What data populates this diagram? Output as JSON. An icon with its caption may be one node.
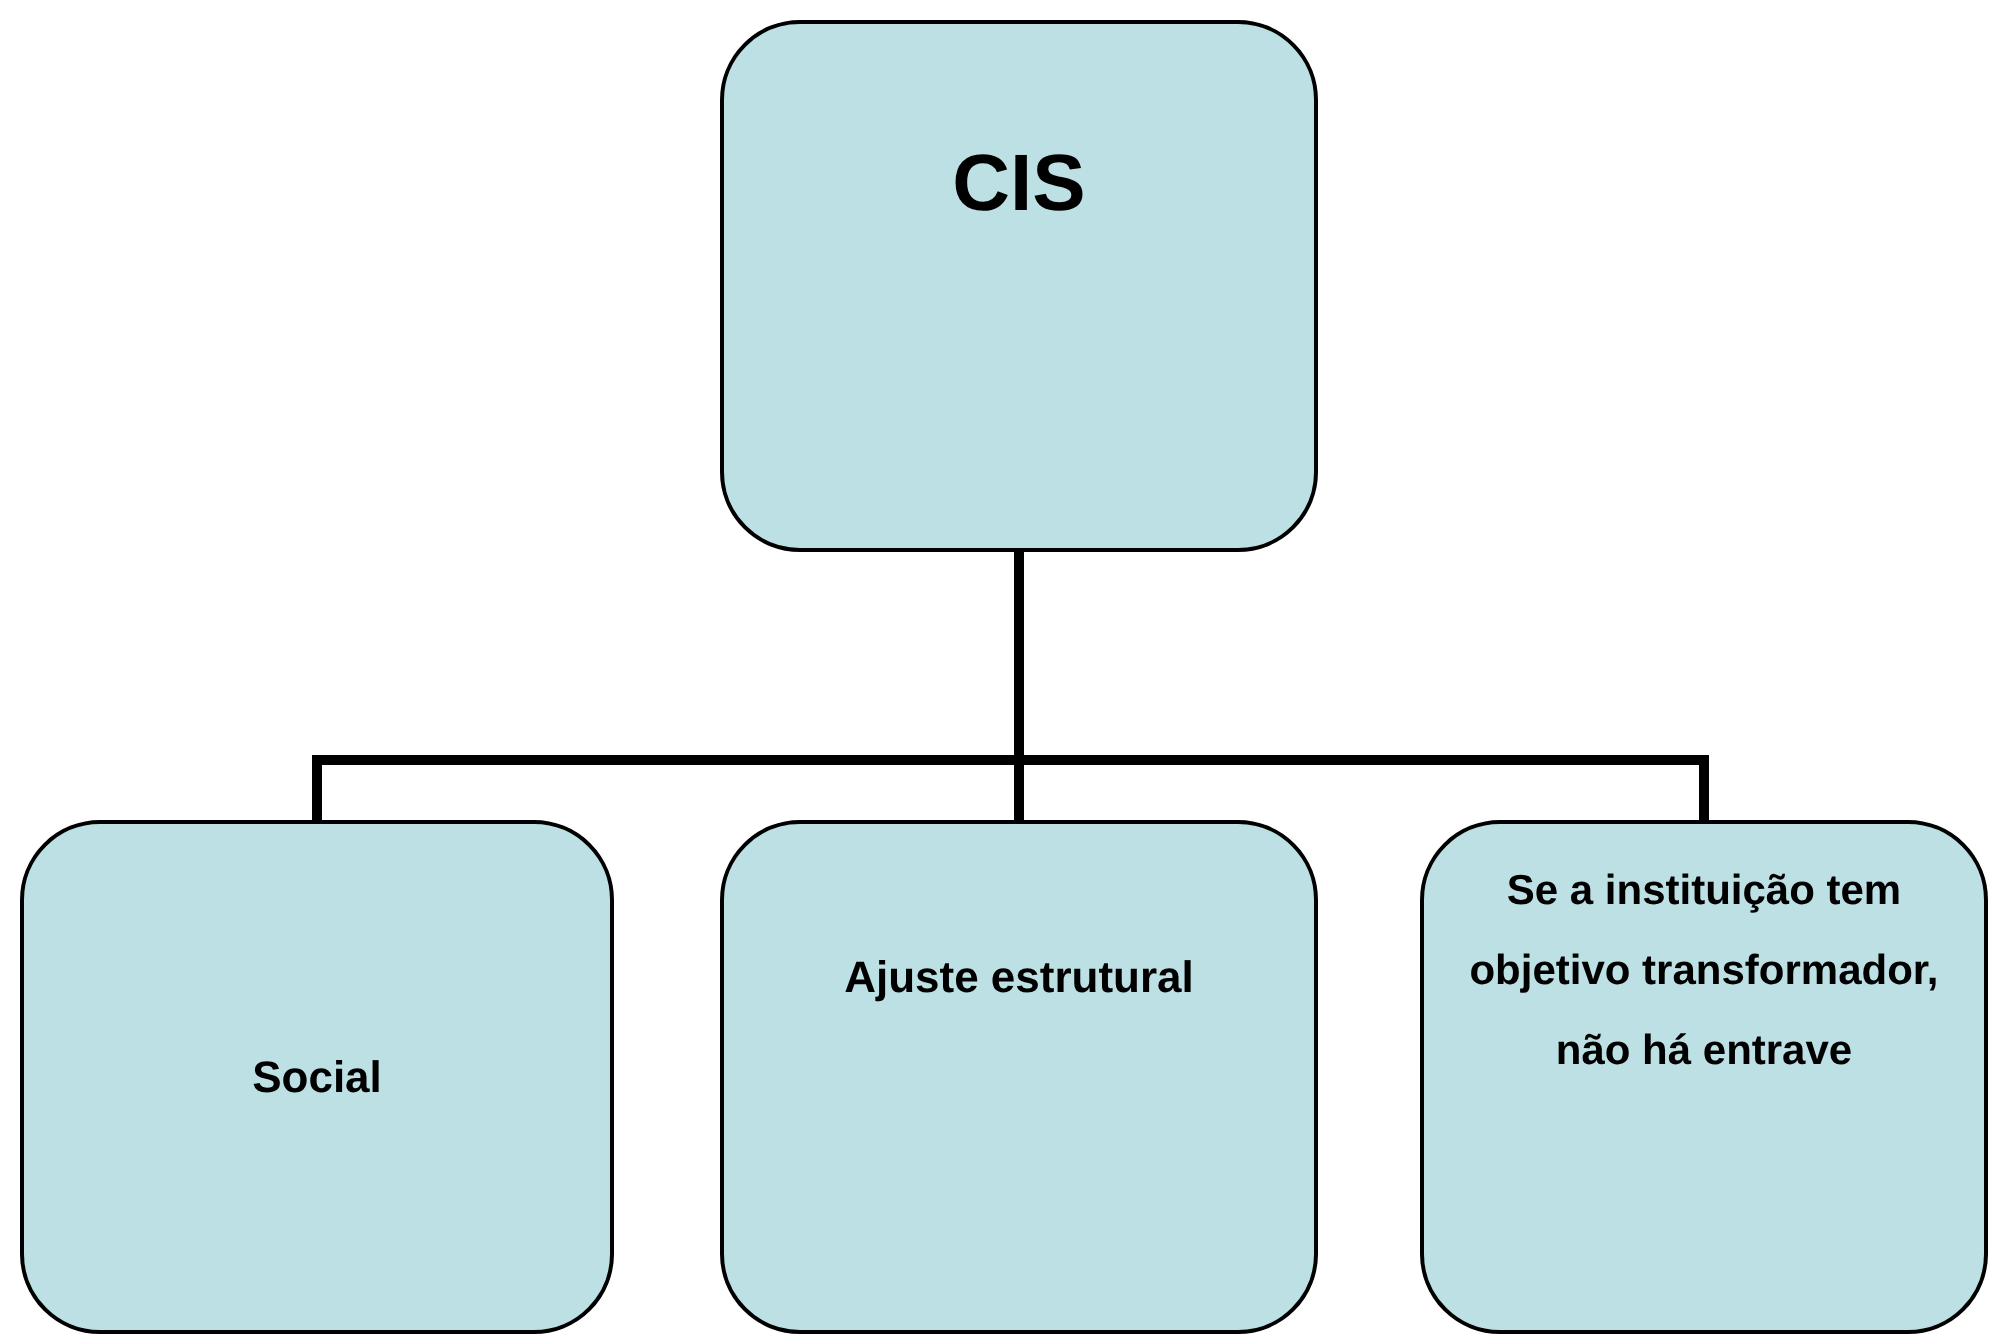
{
  "diagram": {
    "nodes": [
      {
        "text": [
          "CIS"
        ]
      },
      {
        "text": [
          "Social"
        ]
      },
      {
        "text": [
          "Ajuste estrutural"
        ]
      },
      {
        "text": [
          "Se a instituição tem objetivo transformador, não há entrave"
        ]
      }
    ],
    "edges": [
      {
        "from": 0,
        "to": 1,
        "arrow": "none"
      },
      {
        "from": 0,
        "to": 2,
        "arrow": "none"
      },
      {
        "from": 0,
        "to": 3,
        "arrow": "none"
      }
    ]
  }
}
